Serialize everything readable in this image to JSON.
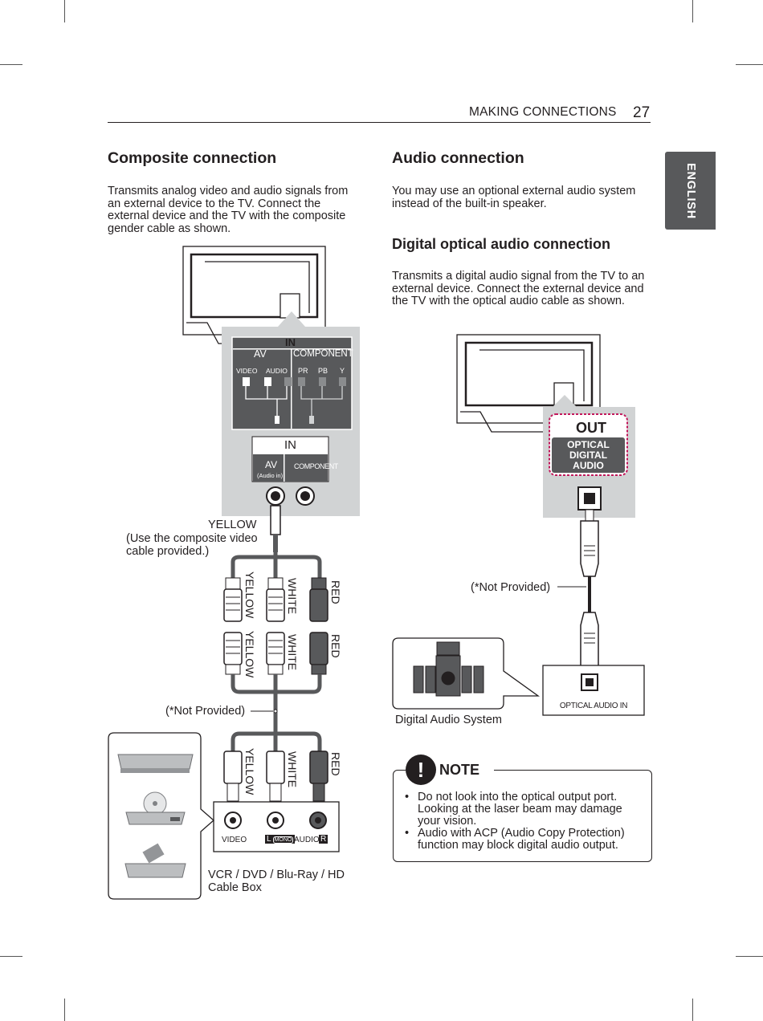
{
  "header": {
    "running_head": "MAKING CONNECTIONS",
    "page_number": "27",
    "language_tab": "ENGLISH"
  },
  "composite": {
    "title": "Composite connection",
    "body": "Transmits analog video and audio signals from an external device to the TV. Connect the external device and the TV with the composite gender cable as shown.",
    "panel1": {
      "in": "IN",
      "av": "AV",
      "component": "COMPONENT",
      "video": "VIDEO",
      "audio": "AUDIO",
      "pr": "PR",
      "pb": "PB",
      "y": "Y"
    },
    "panel2": {
      "in": "IN",
      "av": "AV",
      "audio_in": "(Audio in)",
      "component": "COMPONENT"
    },
    "yellow_label": "YELLOW",
    "cable_note": "(Use the composite video cable provided.)",
    "cable_colors": [
      "YELLOW",
      "WHITE",
      "RED"
    ],
    "not_provided": "(*Not Provided)",
    "device_jacks": {
      "video": "VIDEO",
      "l": "L",
      "mono": "MONO",
      "audio": "AUDIO",
      "r": "R"
    },
    "device_label": "VCR / DVD / Blu-Ray / HD Cable Box"
  },
  "audio": {
    "title": "Audio connection",
    "body": "You may use an optional external audio system instead of the built-in speaker.",
    "optical_title": "Digital optical audio connection",
    "optical_body": "Transmits a digital audio signal from the TV to an external device. Connect the external device and the TV with the optical audio cable as shown.",
    "out": "OUT",
    "optical_lines": [
      "OPTICAL",
      "DIGITAL",
      "AUDIO"
    ],
    "not_provided": "(*Not Provided)",
    "optical_in": "OPTICAL AUDIO IN",
    "system_label": "Digital Audio System"
  },
  "note": {
    "title": "NOTE",
    "items": [
      "Do not look into the optical output port. Looking at the laser beam may damage your vision.",
      "Audio with ACP (Audio Copy Protection) function may block digital audio output."
    ]
  }
}
